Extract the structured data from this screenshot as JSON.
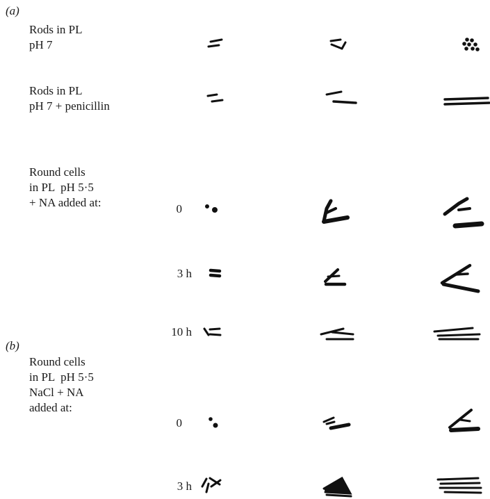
{
  "panel_a": {
    "label": "(a)",
    "rows": [
      {
        "label_lines": [
          "Rods in PL",
          "pH 7"
        ]
      },
      {
        "label_lines": [
          "Rods in PL",
          "pH 7 + penicillin"
        ]
      },
      {
        "label_lines": [
          "Round cells",
          "in PL  pH 5·5",
          "+ NA added at:"
        ]
      }
    ],
    "times": [
      "0",
      "3 h",
      "10 h"
    ]
  },
  "panel_b": {
    "label": "(b)",
    "label_lines": [
      "Round cells",
      "in PL  pH 5·5",
      "NaCl + NA",
      "added at:"
    ],
    "times": [
      "0",
      "3 h"
    ]
  }
}
